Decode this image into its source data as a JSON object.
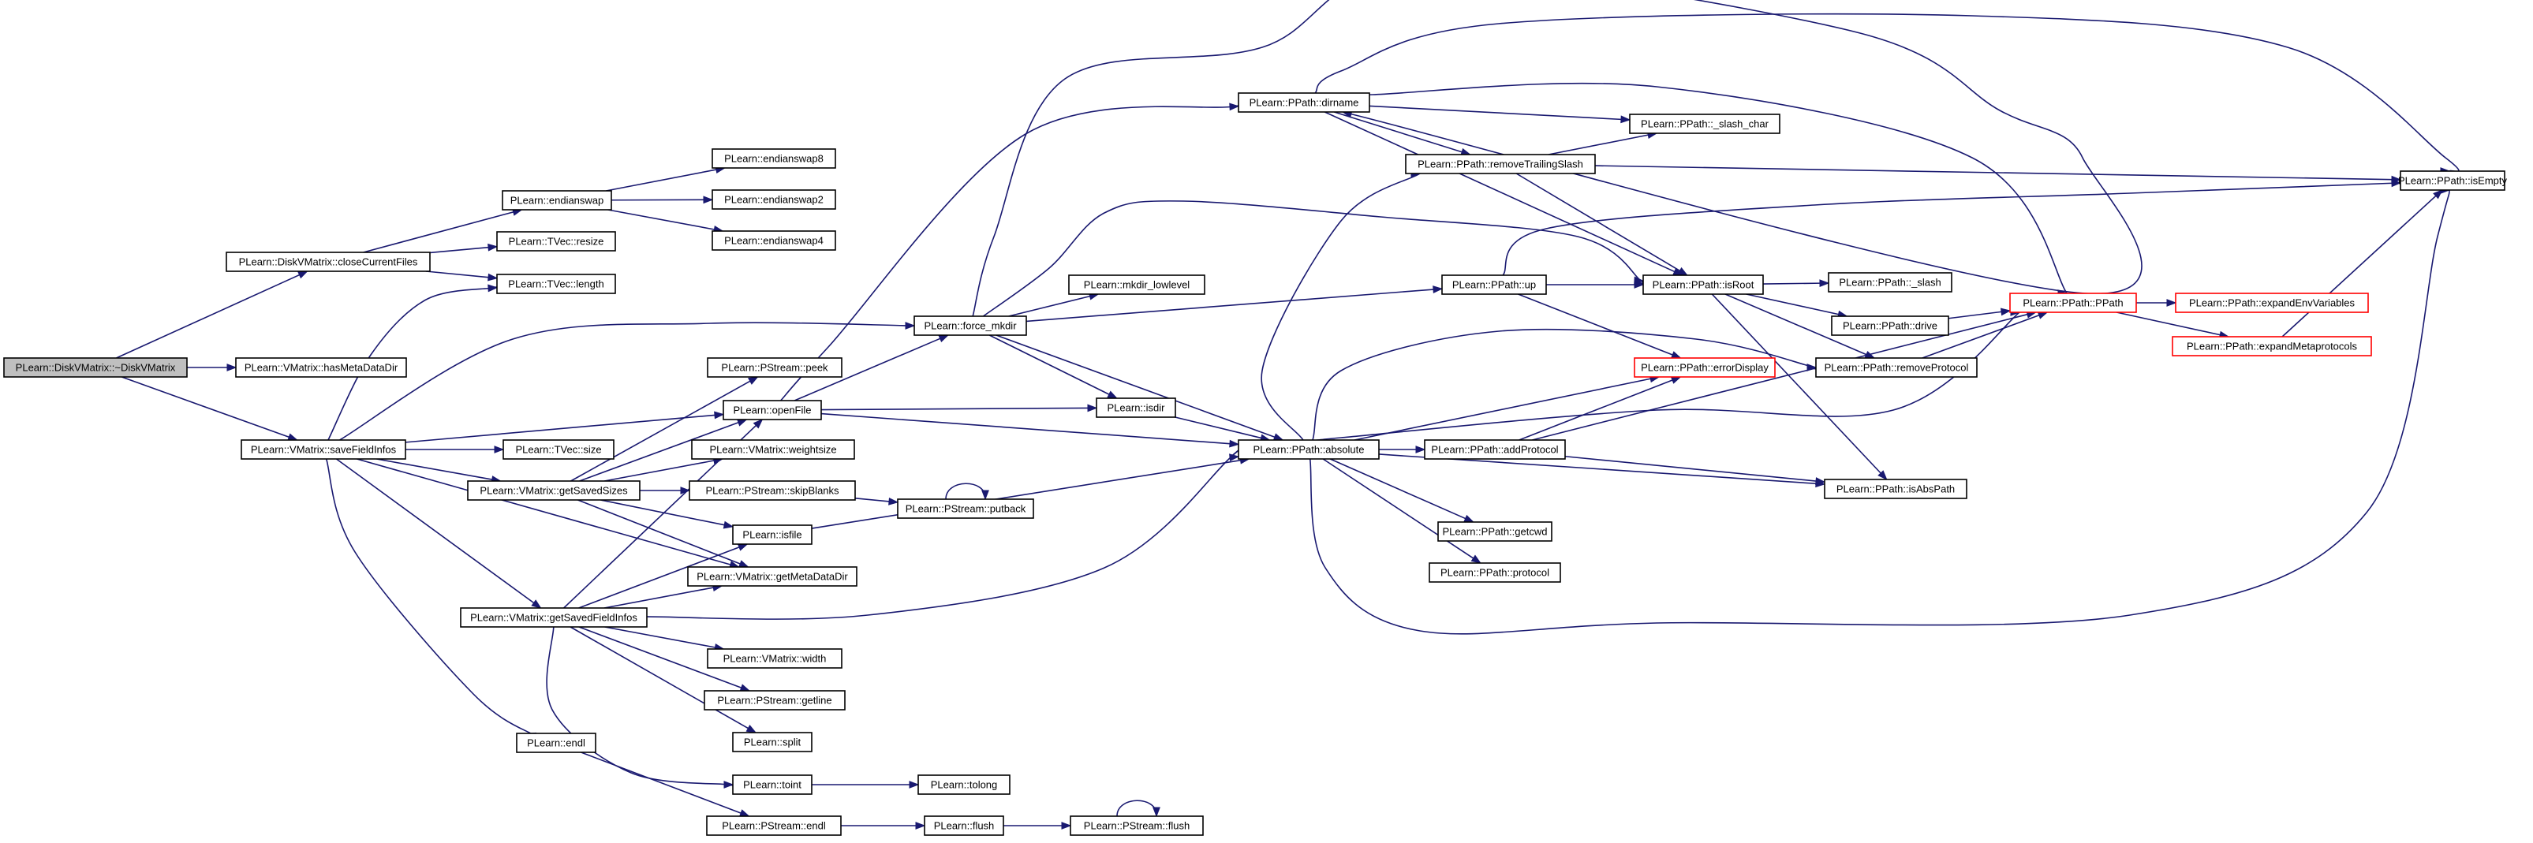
{
  "graph": {
    "root": "n_root",
    "colors": {
      "edge": "#191970",
      "node_border": "#000000",
      "root_fill": "#bfbfbf",
      "truncated_border": "#ff0000"
    },
    "nodes": [
      {
        "id": "n_root",
        "label": "PLearn::DiskVMatrix::~DiskVMatrix",
        "role": "root"
      },
      {
        "id": "n_closeCurrentFiles",
        "label": "PLearn::DiskVMatrix::closeCurrentFiles"
      },
      {
        "id": "n_hasMetaDataDir",
        "label": "PLearn::VMatrix::hasMetaDataDir"
      },
      {
        "id": "n_saveFieldInfos",
        "label": "PLearn::VMatrix::saveFieldInfos"
      },
      {
        "id": "n_endianswap",
        "label": "PLearn::endianswap"
      },
      {
        "id": "n_resize",
        "label": "PLearn::TVec::resize"
      },
      {
        "id": "n_length",
        "label": "PLearn::TVec::length"
      },
      {
        "id": "n_endianswap8",
        "label": "PLearn::endianswap8"
      },
      {
        "id": "n_endianswap2",
        "label": "PLearn::endianswap2"
      },
      {
        "id": "n_endianswap4",
        "label": "PLearn::endianswap4"
      },
      {
        "id": "n_peek",
        "label": "PLearn::PStream::peek"
      },
      {
        "id": "n_openFile",
        "label": "PLearn::openFile"
      },
      {
        "id": "n_tvsize",
        "label": "PLearn::TVec::size"
      },
      {
        "id": "n_getSavedSizes",
        "label": "PLearn::VMatrix::getSavedSizes"
      },
      {
        "id": "n_weightsize",
        "label": "PLearn::VMatrix::weightsize"
      },
      {
        "id": "n_skipBlanks",
        "label": "PLearn::PStream::skipBlanks"
      },
      {
        "id": "n_putback",
        "label": "PLearn::PStream::putback"
      },
      {
        "id": "n_isfile",
        "label": "PLearn::isfile"
      },
      {
        "id": "n_getMetaDataDir",
        "label": "PLearn::VMatrix::getMetaDataDir"
      },
      {
        "id": "n_getSavedFieldInfos",
        "label": "PLearn::VMatrix::getSavedFieldInfos"
      },
      {
        "id": "n_width",
        "label": "PLearn::VMatrix::width"
      },
      {
        "id": "n_getline",
        "label": "PLearn::PStream::getline"
      },
      {
        "id": "n_split",
        "label": "PLearn::split"
      },
      {
        "id": "n_endl",
        "label": "PLearn::endl"
      },
      {
        "id": "n_toint",
        "label": "PLearn::toint"
      },
      {
        "id": "n_tolong",
        "label": "PLearn::tolong"
      },
      {
        "id": "n_pendl",
        "label": "PLearn::PStream::endl"
      },
      {
        "id": "n_flush",
        "label": "PLearn::flush"
      },
      {
        "id": "n_pflush",
        "label": "PLearn::PStream::flush"
      },
      {
        "id": "n_force_mkdir",
        "label": "PLearn::force_mkdir"
      },
      {
        "id": "n_mkdir_lowlevel",
        "label": "PLearn::mkdir_lowlevel"
      },
      {
        "id": "n_isdir",
        "label": "PLearn::isdir"
      },
      {
        "id": "n_dirname",
        "label": "PLearn::PPath::dirname"
      },
      {
        "id": "n_removeTrailingSlash",
        "label": "PLearn::PPath::removeTrailingSlash"
      },
      {
        "id": "n_slash_char",
        "label": "PLearn::PPath::_slash_char"
      },
      {
        "id": "n_up",
        "label": "PLearn::PPath::up"
      },
      {
        "id": "n_absolute",
        "label": "PLearn::PPath::absolute"
      },
      {
        "id": "n_errorDisplay",
        "label": "PLearn::PPath::errorDisplay",
        "truncated": true
      },
      {
        "id": "n_addProtocol",
        "label": "PLearn::PPath::addProtocol"
      },
      {
        "id": "n_getcwd",
        "label": "PLearn::PPath::getcwd"
      },
      {
        "id": "n_protocol",
        "label": "PLearn::PPath::protocol"
      },
      {
        "id": "n_isRoot",
        "label": "PLearn::PPath::isRoot"
      },
      {
        "id": "n_slash",
        "label": "PLearn::PPath::_slash"
      },
      {
        "id": "n_drive",
        "label": "PLearn::PPath::drive"
      },
      {
        "id": "n_removeProtocol",
        "label": "PLearn::PPath::removeProtocol"
      },
      {
        "id": "n_isAbsPath",
        "label": "PLearn::PPath::isAbsPath"
      },
      {
        "id": "n_PPath",
        "label": "PLearn::PPath::PPath",
        "truncated": true
      },
      {
        "id": "n_expandEnvVariables",
        "label": "PLearn::PPath::expandEnvVariables",
        "truncated": true
      },
      {
        "id": "n_expandMetaprotocols",
        "label": "PLearn::PPath::expandMetaprotocols",
        "truncated": true
      },
      {
        "id": "n_isEmpty",
        "label": "PLearn::PPath::isEmpty"
      }
    ],
    "edges": [
      [
        "n_root",
        "n_closeCurrentFiles"
      ],
      [
        "n_root",
        "n_hasMetaDataDir"
      ],
      [
        "n_root",
        "n_saveFieldInfos"
      ],
      [
        "n_closeCurrentFiles",
        "n_endianswap"
      ],
      [
        "n_closeCurrentFiles",
        "n_resize"
      ],
      [
        "n_closeCurrentFiles",
        "n_length"
      ],
      [
        "n_endianswap",
        "n_endianswap8"
      ],
      [
        "n_endianswap",
        "n_endianswap2"
      ],
      [
        "n_endianswap",
        "n_endianswap4"
      ],
      [
        "n_saveFieldInfos",
        "n_length"
      ],
      [
        "n_saveFieldInfos",
        "n_force_mkdir"
      ],
      [
        "n_saveFieldInfos",
        "n_openFile"
      ],
      [
        "n_saveFieldInfos",
        "n_tvsize"
      ],
      [
        "n_saveFieldInfos",
        "n_getSavedSizes"
      ],
      [
        "n_saveFieldInfos",
        "n_getMetaDataDir"
      ],
      [
        "n_saveFieldInfos",
        "n_getSavedFieldInfos"
      ],
      [
        "n_saveFieldInfos",
        "n_endl"
      ],
      [
        "n_getSavedSizes",
        "n_peek"
      ],
      [
        "n_getSavedSizes",
        "n_openFile"
      ],
      [
        "n_getSavedSizes",
        "n_weightsize"
      ],
      [
        "n_getSavedSizes",
        "n_skipBlanks"
      ],
      [
        "n_getSavedSizes",
        "n_isfile"
      ],
      [
        "n_getSavedSizes",
        "n_getMetaDataDir"
      ],
      [
        "n_skipBlanks",
        "n_putback"
      ],
      [
        "n_putback",
        "n_putback"
      ],
      [
        "n_getSavedFieldInfos",
        "n_openFile"
      ],
      [
        "n_getSavedFieldInfos",
        "n_isfile"
      ],
      [
        "n_getSavedFieldInfos",
        "n_getMetaDataDir"
      ],
      [
        "n_getSavedFieldInfos",
        "n_width"
      ],
      [
        "n_getSavedFieldInfos",
        "n_getline"
      ],
      [
        "n_getSavedFieldInfos",
        "n_split"
      ],
      [
        "n_getSavedFieldInfos",
        "n_toint"
      ],
      [
        "n_getSavedFieldInfos",
        "n_absolute"
      ],
      [
        "n_toint",
        "n_tolong"
      ],
      [
        "n_endl",
        "n_pendl"
      ],
      [
        "n_pendl",
        "n_flush"
      ],
      [
        "n_flush",
        "n_pflush"
      ],
      [
        "n_pflush",
        "n_pflush"
      ],
      [
        "n_openFile",
        "n_force_mkdir"
      ],
      [
        "n_openFile",
        "n_dirname"
      ],
      [
        "n_openFile",
        "n_isdir"
      ],
      [
        "n_openFile",
        "n_absolute"
      ],
      [
        "n_isfile",
        "n_absolute"
      ],
      [
        "n_force_mkdir",
        "n_dirname"
      ],
      [
        "n_force_mkdir",
        "n_mkdir_lowlevel"
      ],
      [
        "n_force_mkdir",
        "n_isdir"
      ],
      [
        "n_force_mkdir",
        "n_up"
      ],
      [
        "n_force_mkdir",
        "n_isRoot"
      ],
      [
        "n_force_mkdir",
        "n_absolute"
      ],
      [
        "n_isdir",
        "n_absolute"
      ],
      [
        "n_dirname",
        "n_slash_char"
      ],
      [
        "n_dirname",
        "n_removeTrailingSlash"
      ],
      [
        "n_dirname",
        "n_isEmpty"
      ],
      [
        "n_dirname",
        "n_PPath"
      ],
      [
        "n_dirname",
        "n_isRoot"
      ],
      [
        "n_removeTrailingSlash",
        "n_slash_char"
      ],
      [
        "n_removeTrailingSlash",
        "n_isEmpty"
      ],
      [
        "n_removeTrailingSlash",
        "n_isRoot"
      ],
      [
        "n_up",
        "n_isRoot"
      ],
      [
        "n_up",
        "n_errorDisplay"
      ],
      [
        "n_up",
        "n_isEmpty"
      ],
      [
        "n_absolute",
        "n_removeTrailingSlash"
      ],
      [
        "n_absolute",
        "n_errorDisplay"
      ],
      [
        "n_absolute",
        "n_addProtocol"
      ],
      [
        "n_absolute",
        "n_getcwd"
      ],
      [
        "n_absolute",
        "n_protocol"
      ],
      [
        "n_absolute",
        "n_isAbsPath"
      ],
      [
        "n_absolute",
        "n_PPath"
      ],
      [
        "n_absolute",
        "n_removeProtocol"
      ],
      [
        "n_absolute",
        "n_isEmpty"
      ],
      [
        "n_addProtocol",
        "n_errorDisplay"
      ],
      [
        "n_addProtocol",
        "n_PPath"
      ],
      [
        "n_addProtocol",
        "n_isAbsPath"
      ],
      [
        "n_isRoot",
        "n_slash"
      ],
      [
        "n_isRoot",
        "n_drive"
      ],
      [
        "n_isRoot",
        "n_removeProtocol"
      ],
      [
        "n_isRoot",
        "n_isAbsPath"
      ],
      [
        "n_drive",
        "n_PPath"
      ],
      [
        "n_removeProtocol",
        "n_PPath"
      ],
      [
        "n_PPath",
        "n_expandEnvVariables"
      ],
      [
        "n_PPath",
        "n_expandMetaprotocols"
      ],
      [
        "n_expandMetaprotocols",
        "n_isEmpty"
      ]
    ]
  }
}
